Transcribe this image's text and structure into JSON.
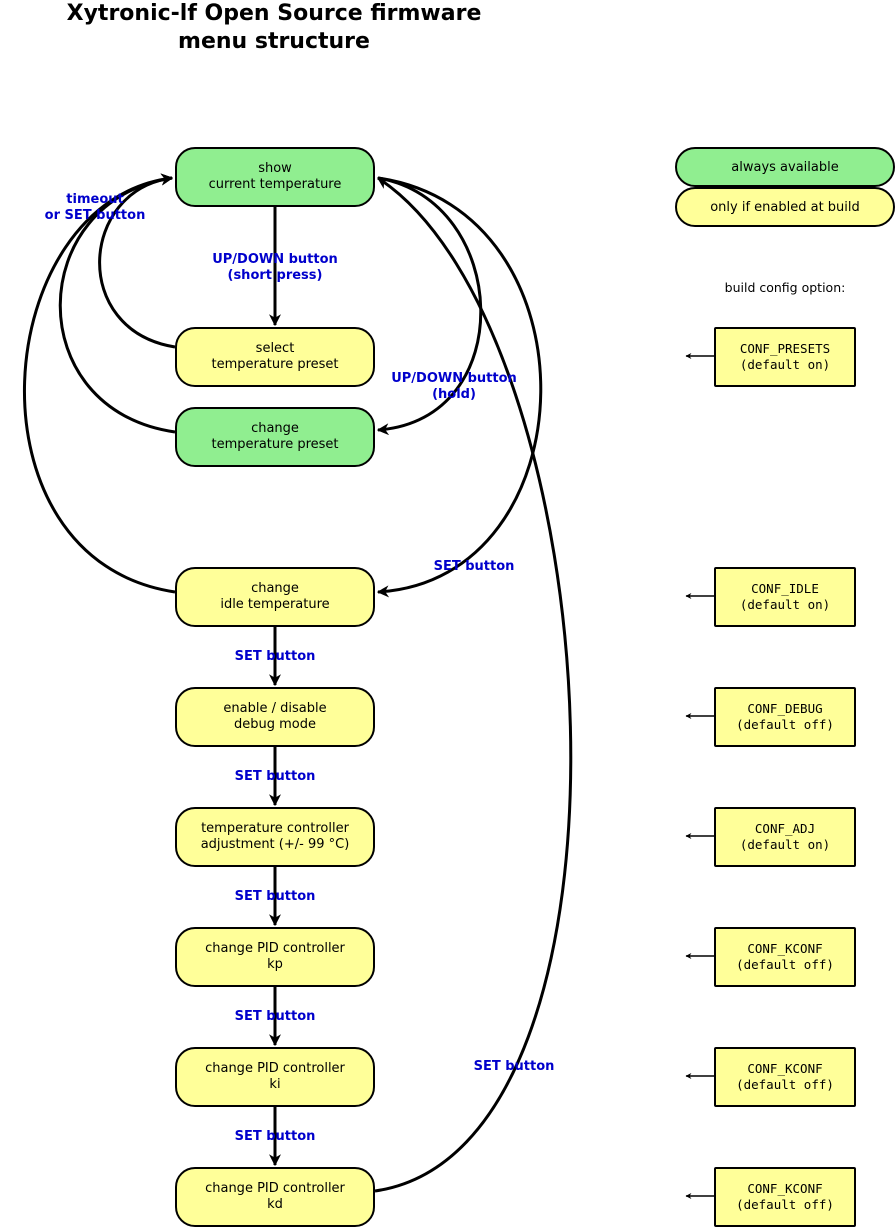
{
  "title": {
    "line1": "Xytronic-lf Open Source firmware",
    "line2": "menu structure"
  },
  "colors": {
    "always_available": "#90ee90",
    "build_option": "#ffff99",
    "edge_label": "#0000cc"
  },
  "nodes": {
    "show_temp": {
      "line1": "show",
      "line2": "current temperature"
    },
    "select_preset": {
      "line1": "select",
      "line2": "temperature preset"
    },
    "change_preset": {
      "line1": "change",
      "line2": "temperature preset"
    },
    "idle_temp": {
      "line1": "change",
      "line2": "idle temperature"
    },
    "debug": {
      "line1": "enable / disable",
      "line2": "debug mode"
    },
    "adj": {
      "line1": "temperature controller",
      "line2": "adjustment (+/- 99 °C)"
    },
    "kp": {
      "line1": "change PID controller",
      "line2": "kp"
    },
    "ki": {
      "line1": "change PID controller",
      "line2": "ki"
    },
    "kd": {
      "line1": "change PID controller",
      "line2": "kd"
    }
  },
  "edge_labels": {
    "timeout": {
      "line1": "timeout",
      "line2": "or SET button"
    },
    "updown_short": {
      "line1": "UP/DOWN button",
      "line2": "(short press)"
    },
    "updown_hold": {
      "line1": "UP/DOWN button",
      "line2": "(hold)"
    },
    "set_idle": "SET button",
    "set_debug": "SET button",
    "set_adj": "SET button",
    "set_kp": "SET button",
    "set_ki": "SET button",
    "set_kd": "SET button",
    "set_loop": "SET button"
  },
  "legend": {
    "always": "always available",
    "optional": "only if enabled at build"
  },
  "build_config": {
    "heading": "build config option:",
    "options": [
      {
        "name": "CONF_PRESETS",
        "default": "(default on)"
      },
      {
        "name": "CONF_IDLE",
        "default": "(default on)"
      },
      {
        "name": "CONF_DEBUG",
        "default": "(default off)"
      },
      {
        "name": "CONF_ADJ",
        "default": "(default on)"
      },
      {
        "name": "CONF_KCONF",
        "default": "(default off)"
      },
      {
        "name": "CONF_KCONF",
        "default": "(default off)"
      },
      {
        "name": "CONF_KCONF",
        "default": "(default off)"
      }
    ]
  }
}
